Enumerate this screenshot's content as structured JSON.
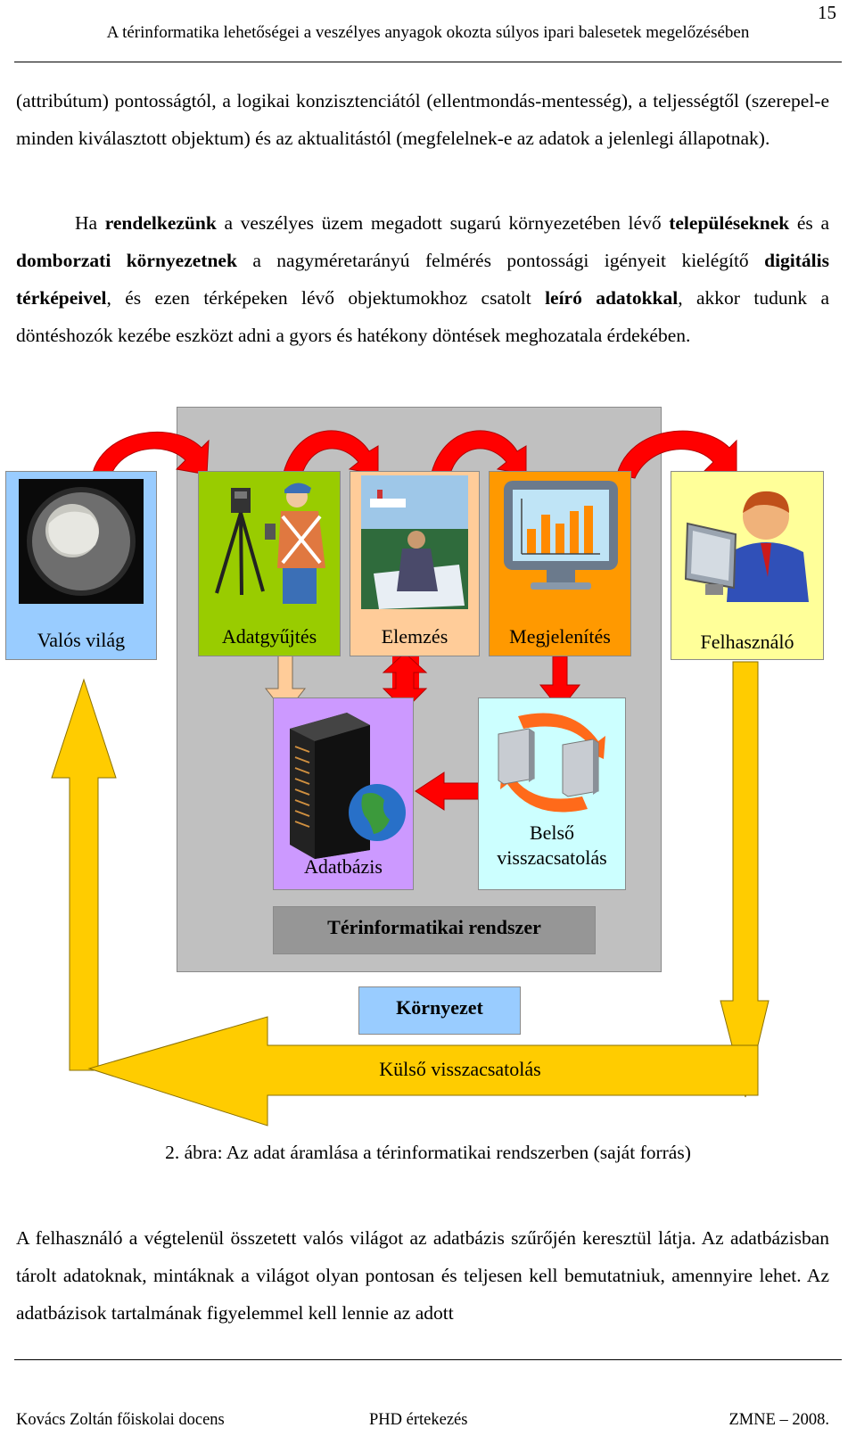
{
  "header": {
    "title": "A térinformatika lehetőségei a veszélyes anyagok okozta súlyos ipari balesetek megelőzésében",
    "page_number": "15"
  },
  "paragraph1": {
    "text": "(attribútum) pontosságtól, a logikai konzisztenciától (ellentmondás-mentesség), a teljességtől (szerepel-e minden kiválasztott objektum) és az aktualitástól (megfelelnek-e az adatok a jelenlegi állapotnak)."
  },
  "paragraph2": {
    "t1": "Ha ",
    "b1": "rendelkezünk",
    "t2": " a veszélyes üzem megadott sugarú környezetében lévő ",
    "b2": "településeknek",
    "t3": " és a ",
    "b3": "domborzati környezetnek",
    "t4": " a nagyméretarányú felmérés pontossági igényeit kielégítő ",
    "b4": "digitális térképeivel",
    "t5": ", és ezen térképeken lévő objektumokhoz csatolt ",
    "b5": "leíró adatokkal",
    "t6": ", akkor tudunk a döntéshozók kezébe eszközt adni a gyors és hatékony döntések meghozatala érdekében."
  },
  "figure": {
    "boxes": {
      "real_world": "Valós világ",
      "data_collection": "Adatgyűjtés",
      "analysis": "Elemzés",
      "display": "Megjelenítés",
      "user": "Felhasználó",
      "database": "Adatbázis",
      "internal_feedback_1": "Belső",
      "internal_feedback_2": "visszacsatolás",
      "gis_system": "Térinformatikai rendszer",
      "environment": "Környezet",
      "external_feedback": "Külső visszacsatolás"
    },
    "caption": "2. ábra: Az adat áramlása a térinformatikai rendszerben (saját forrás)",
    "colors": {
      "gray_panel": "#c0c0c0",
      "real_world": "#99ccff",
      "data_collection": "#99cc00",
      "analysis": "#ffcc99",
      "display": "#ff9900",
      "user": "#ffff99",
      "database": "#cc99ff",
      "internal": "#ccffff",
      "gis_label": "#969696",
      "environment": "#99ccff",
      "arrow_red": "#ff0000",
      "arrow_yellow": "#ffcc00",
      "arrow_peach": "#ffcc99"
    }
  },
  "paragraph3": {
    "text": "A felhasználó a végtelenül összetett valós világot az adatbázis szűrőjén keresztül látja. Az adatbázisban tárolt adatoknak, mintáknak a világot olyan pontosan és teljesen kell bemutatniuk, amennyire lehet. Az adatbázisok tartalmának figyelemmel kell lennie az adott"
  },
  "footer": {
    "left": "Kovács Zoltán főiskolai docens",
    "center": "PHD értekezés",
    "right": "ZMNE – 2008."
  }
}
